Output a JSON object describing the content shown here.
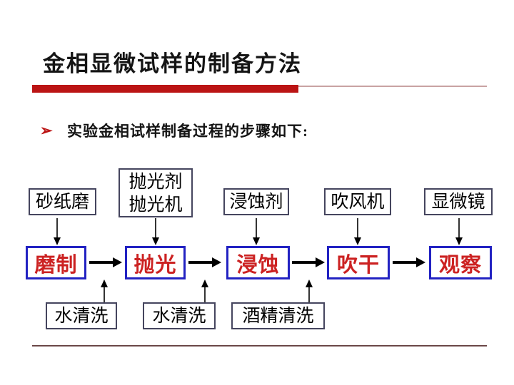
{
  "title": "金相显微试样的制备方法",
  "bullet": {
    "marker": "➢",
    "text": "实验金相试样制备过程的步骤如下:"
  },
  "flowchart": {
    "tools": [
      {
        "label": "砂纸磨"
      },
      {
        "label": "抛光剂\n抛光机"
      },
      {
        "label": "浸蚀剂"
      },
      {
        "label": "吹风机"
      },
      {
        "label": "显微镜"
      }
    ],
    "steps": [
      {
        "label": "磨制"
      },
      {
        "label": "抛光"
      },
      {
        "label": "浸蚀"
      },
      {
        "label": "吹干"
      },
      {
        "label": "观察"
      }
    ],
    "cleaning": [
      {
        "label": "水清洗"
      },
      {
        "label": "水清洗"
      },
      {
        "label": "酒精清洗"
      }
    ]
  },
  "colors": {
    "accent_bar": "#bb1414",
    "accent_line": "#c9a3a3",
    "minor_border": "#45455e",
    "step_border": "#2222c2",
    "step_text": "#cc2222",
    "bottom_rule": "#6b4747"
  }
}
